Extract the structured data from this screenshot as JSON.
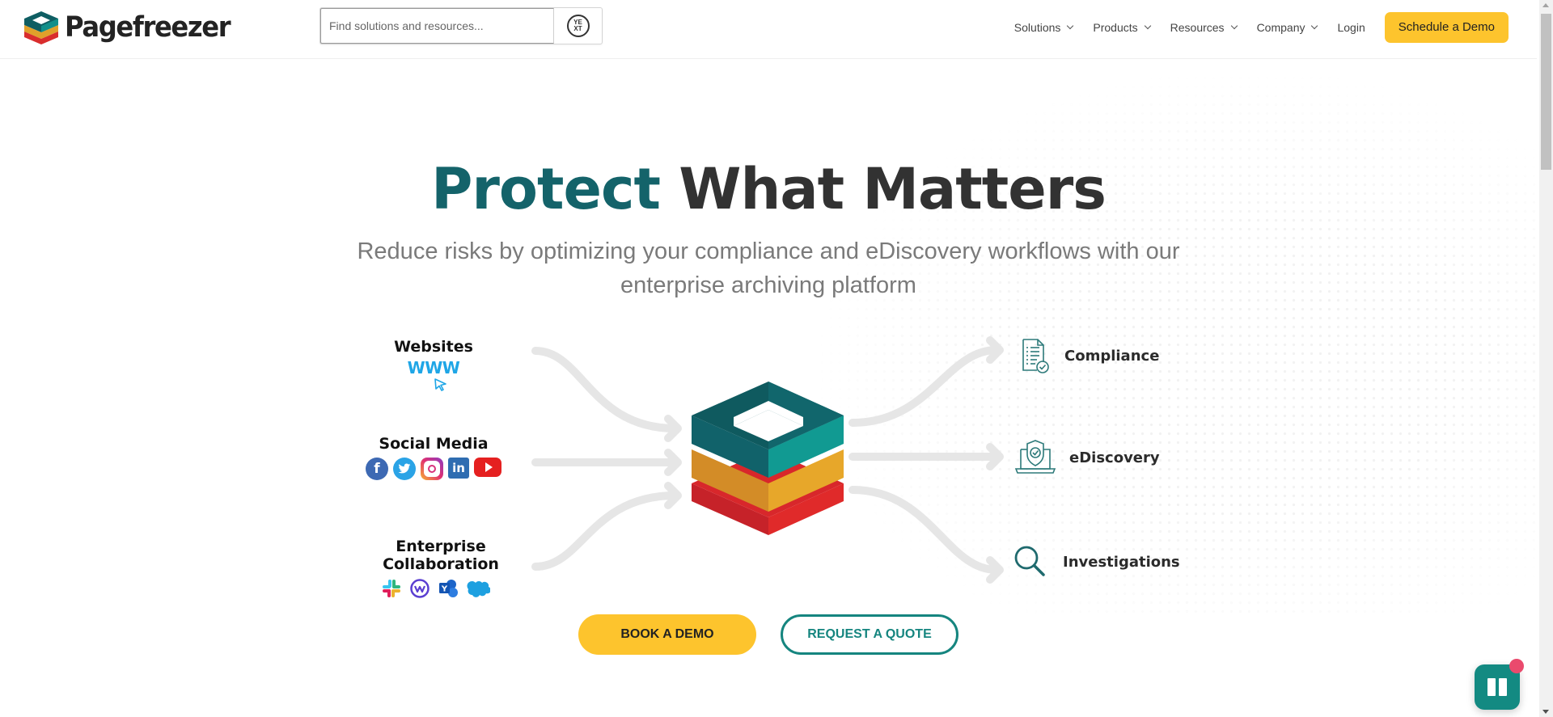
{
  "header": {
    "logo_text": "Pagefreezer",
    "search": {
      "placeholder": "Find solutions and resources...",
      "value": "",
      "button_icon": "yext-logo-icon",
      "button_text_top": "YE",
      "button_text_bottom": "XT"
    },
    "nav": [
      {
        "label": "Solutions",
        "has_dropdown": true
      },
      {
        "label": "Products",
        "has_dropdown": true
      },
      {
        "label": "Resources",
        "has_dropdown": true
      },
      {
        "label": "Company",
        "has_dropdown": true
      }
    ],
    "login_label": "Login",
    "cta_label": "Schedule a Demo"
  },
  "hero": {
    "title_accent": "Protect",
    "title_rest": "What Matters",
    "subtitle": "Reduce risks by optimizing your compliance and eDiscovery workflows with our enterprise archiving platform"
  },
  "diagram": {
    "sources": [
      {
        "label": "Websites",
        "icons": [
          "www-icon",
          "cursor-icon"
        ],
        "www_text": "WWW"
      },
      {
        "label": "Social Media",
        "icons": [
          "facebook-icon",
          "twitter-icon",
          "instagram-icon",
          "linkedin-icon",
          "youtube-icon"
        ],
        "facebook_glyph": "f",
        "linkedin_glyph": "in"
      },
      {
        "label": "Enterprise Collaboration",
        "icons": [
          "slack-icon",
          "workplace-icon",
          "yammer-icon",
          "salesforce-icon"
        ]
      }
    ],
    "center_icon": "pagefreezer-stack-icon",
    "targets": [
      {
        "label": "Compliance",
        "icon": "document-check-icon"
      },
      {
        "label": "eDiscovery",
        "icon": "laptop-shield-icon"
      },
      {
        "label": "Investigations",
        "icon": "magnifier-icon"
      }
    ]
  },
  "actions": {
    "primary_label": "BOOK A DEMO",
    "secondary_label": "REQUEST A QUOTE"
  },
  "colors": {
    "teal_dark": "#14636a",
    "teal": "#15857f",
    "yellow": "#fdc42d",
    "orange": "#e0a02a",
    "red": "#dc2a2a"
  }
}
